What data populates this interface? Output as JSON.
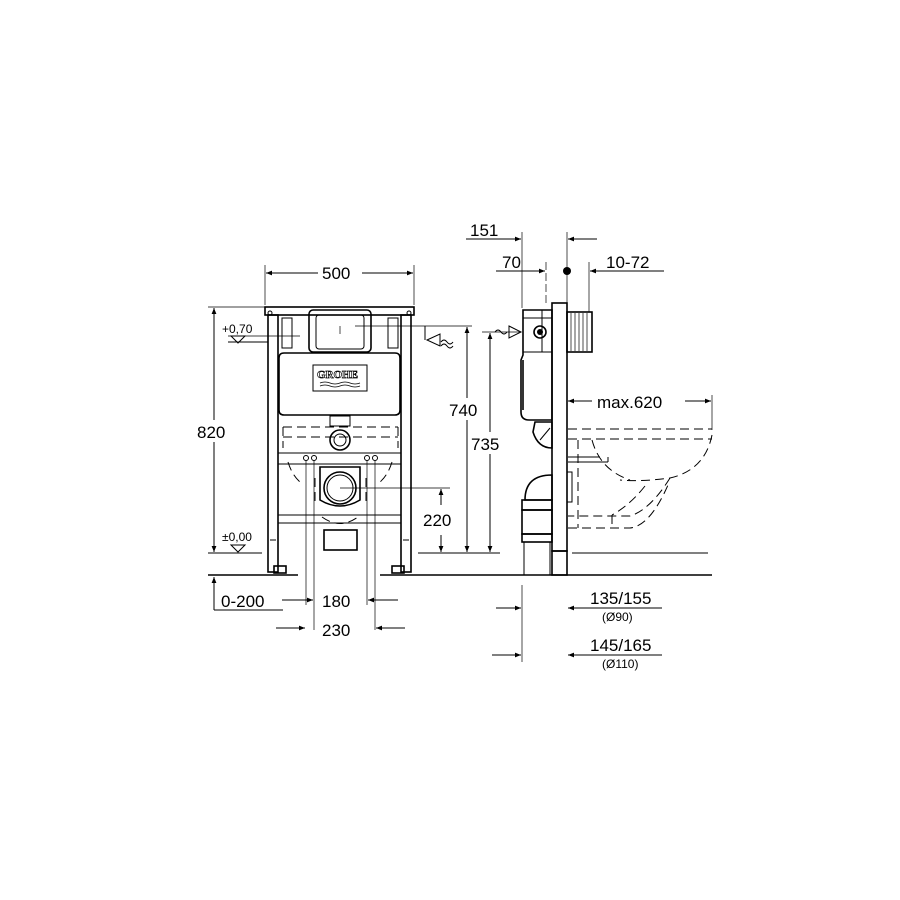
{
  "drawing": {
    "brand_logo": "GROHE",
    "front_view": {
      "width_label": "500",
      "height_label": "820",
      "level_top": "+0,70",
      "level_bottom": "±0,00",
      "adjust_label": "0-200",
      "spacing_inner": "180",
      "spacing_outer": "230",
      "drain_height": "220",
      "supply_height_a": "740",
      "supply_height_b": "735"
    },
    "side_view": {
      "depth_151": "151",
      "depth_70": "70",
      "adjust_10_72": "10-72",
      "max_projection": "max.620",
      "drain_offset_90": "135/155",
      "drain_dia_90": "(Ø90)",
      "drain_offset_110": "145/165",
      "drain_dia_110": "(Ø110)"
    }
  }
}
